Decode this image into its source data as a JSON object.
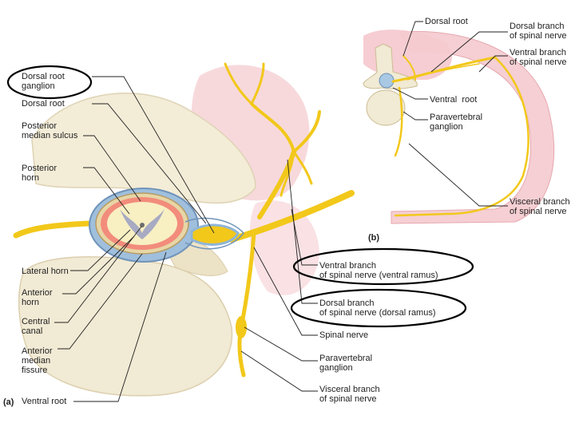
{
  "panel_a": {
    "tag": "(a)",
    "labels": {
      "dorsal_root_ganglion": "Dorsal root\nganglion",
      "dorsal_root": "Dorsal root",
      "posterior_median_sulcus": "Posterior\nmedian sulcus",
      "posterior_horn": "Posterior\nhorn",
      "lateral_horn": "Lateral horn",
      "anterior_horn": "Anterior\nhorn",
      "central_canal": "Central\ncanal",
      "anterior_median_fissure": "Anterior\nmedian\nfissure",
      "ventral_root": "Ventral root",
      "ventral_branch": "Ventral branch\nof spinal nerve (ventral ramus)",
      "dorsal_branch": "Dorsal branch\nof spinal nerve (dorsal ramus)",
      "spinal_nerve": "Spinal nerve",
      "paravertebral_ganglion": "Paravertebral\nganglion",
      "visceral_branch": "Visceral branch\nof spinal nerve"
    }
  },
  "panel_b": {
    "tag": "(b)",
    "labels": {
      "dorsal_root": "Dorsal root",
      "dorsal_branch": "Dorsal branch\nof spinal nerve",
      "ventral_branch": "Ventral branch\nof spinal nerve",
      "ventral_root": "Ventral  root",
      "paravertebral_ganglion": "Paravertebral\nganglion",
      "visceral_branch": "Visceral branch\nof spinal nerve"
    }
  },
  "colors": {
    "nerve": "#f5cc1f",
    "bone": "#f1ead4",
    "muscle": "#f5c9cd",
    "cord_white": "#f7efc4",
    "gray_matter": "#e98f7a",
    "meninges": "#8fb5d8",
    "highlight_ellipse": "#000000"
  }
}
